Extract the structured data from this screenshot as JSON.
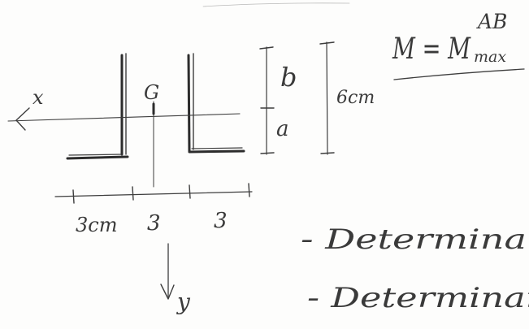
{
  "formula": {
    "main": "M = M",
    "superscript": "AB",
    "subscript": "max"
  },
  "axes": {
    "x_label": "x",
    "y_label": "y"
  },
  "points": {
    "centroid_label": "G"
  },
  "dimensions": {
    "upper_segment": "b",
    "lower_segment": "a",
    "total_height": "6cm",
    "width_left": "3cm",
    "width_middle": "3",
    "width_right": "3"
  },
  "tasks": [
    "- Determinar",
    "- Determinar"
  ]
}
